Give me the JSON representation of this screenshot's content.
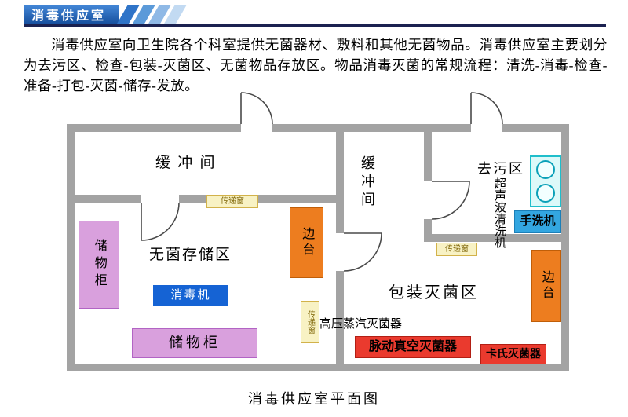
{
  "header": {
    "title": "消毒供应室"
  },
  "intro": {
    "text": "消毒供应室向卫生院各个科室提供无菌器材、敷料和其他无菌物品。消毒供应室主要划分为去污区、检查-包装-灭菌区、无菌物品存放区。物品消毒灭菌的常规流程：清洗-消毒-检查-准备-打包-灭菌-储存-发放。"
  },
  "floorplan": {
    "rooms": {
      "buffer_left": "缓 冲 间",
      "buffer_right": "缓冲间",
      "decontamination": "去污区",
      "sterile_storage": "无菌存储区",
      "packaging": "包装灭菌区"
    },
    "equipment": {
      "cabinet_left": "储物柜",
      "cabinet_bottom": "储物柜",
      "disinfector": "消毒机",
      "side_table_left": "边台",
      "side_table_right": "边台",
      "pass_window_left": "传递窗",
      "pass_window_mid": "传递窗",
      "pass_window_right": "传递窗",
      "ultrasonic_cleaner": "超声波清洗机",
      "hand_washer": "手洗机",
      "autoclave": "高压蒸汽灭菌器",
      "pulse_vacuum_sterilizer": "脉动真空灭菌器",
      "cassette_sterilizer": "卡氏灭菌器"
    },
    "colors": {
      "wall_gray": "#a3a3a3",
      "cabinet_purple": "#d9a0dd",
      "disinfector_blue": "#1563d4",
      "side_table_orange": "#ed7d1f",
      "pass_window_yellow": "#f8f2c4",
      "sterilizer_red": "#ea3a2e",
      "hand_washer_blue": "#33a6e0",
      "ultrasonic_cyan": "#dcf9f9",
      "banner_blue": "#17509f"
    }
  },
  "caption": "消毒供应室平面图"
}
